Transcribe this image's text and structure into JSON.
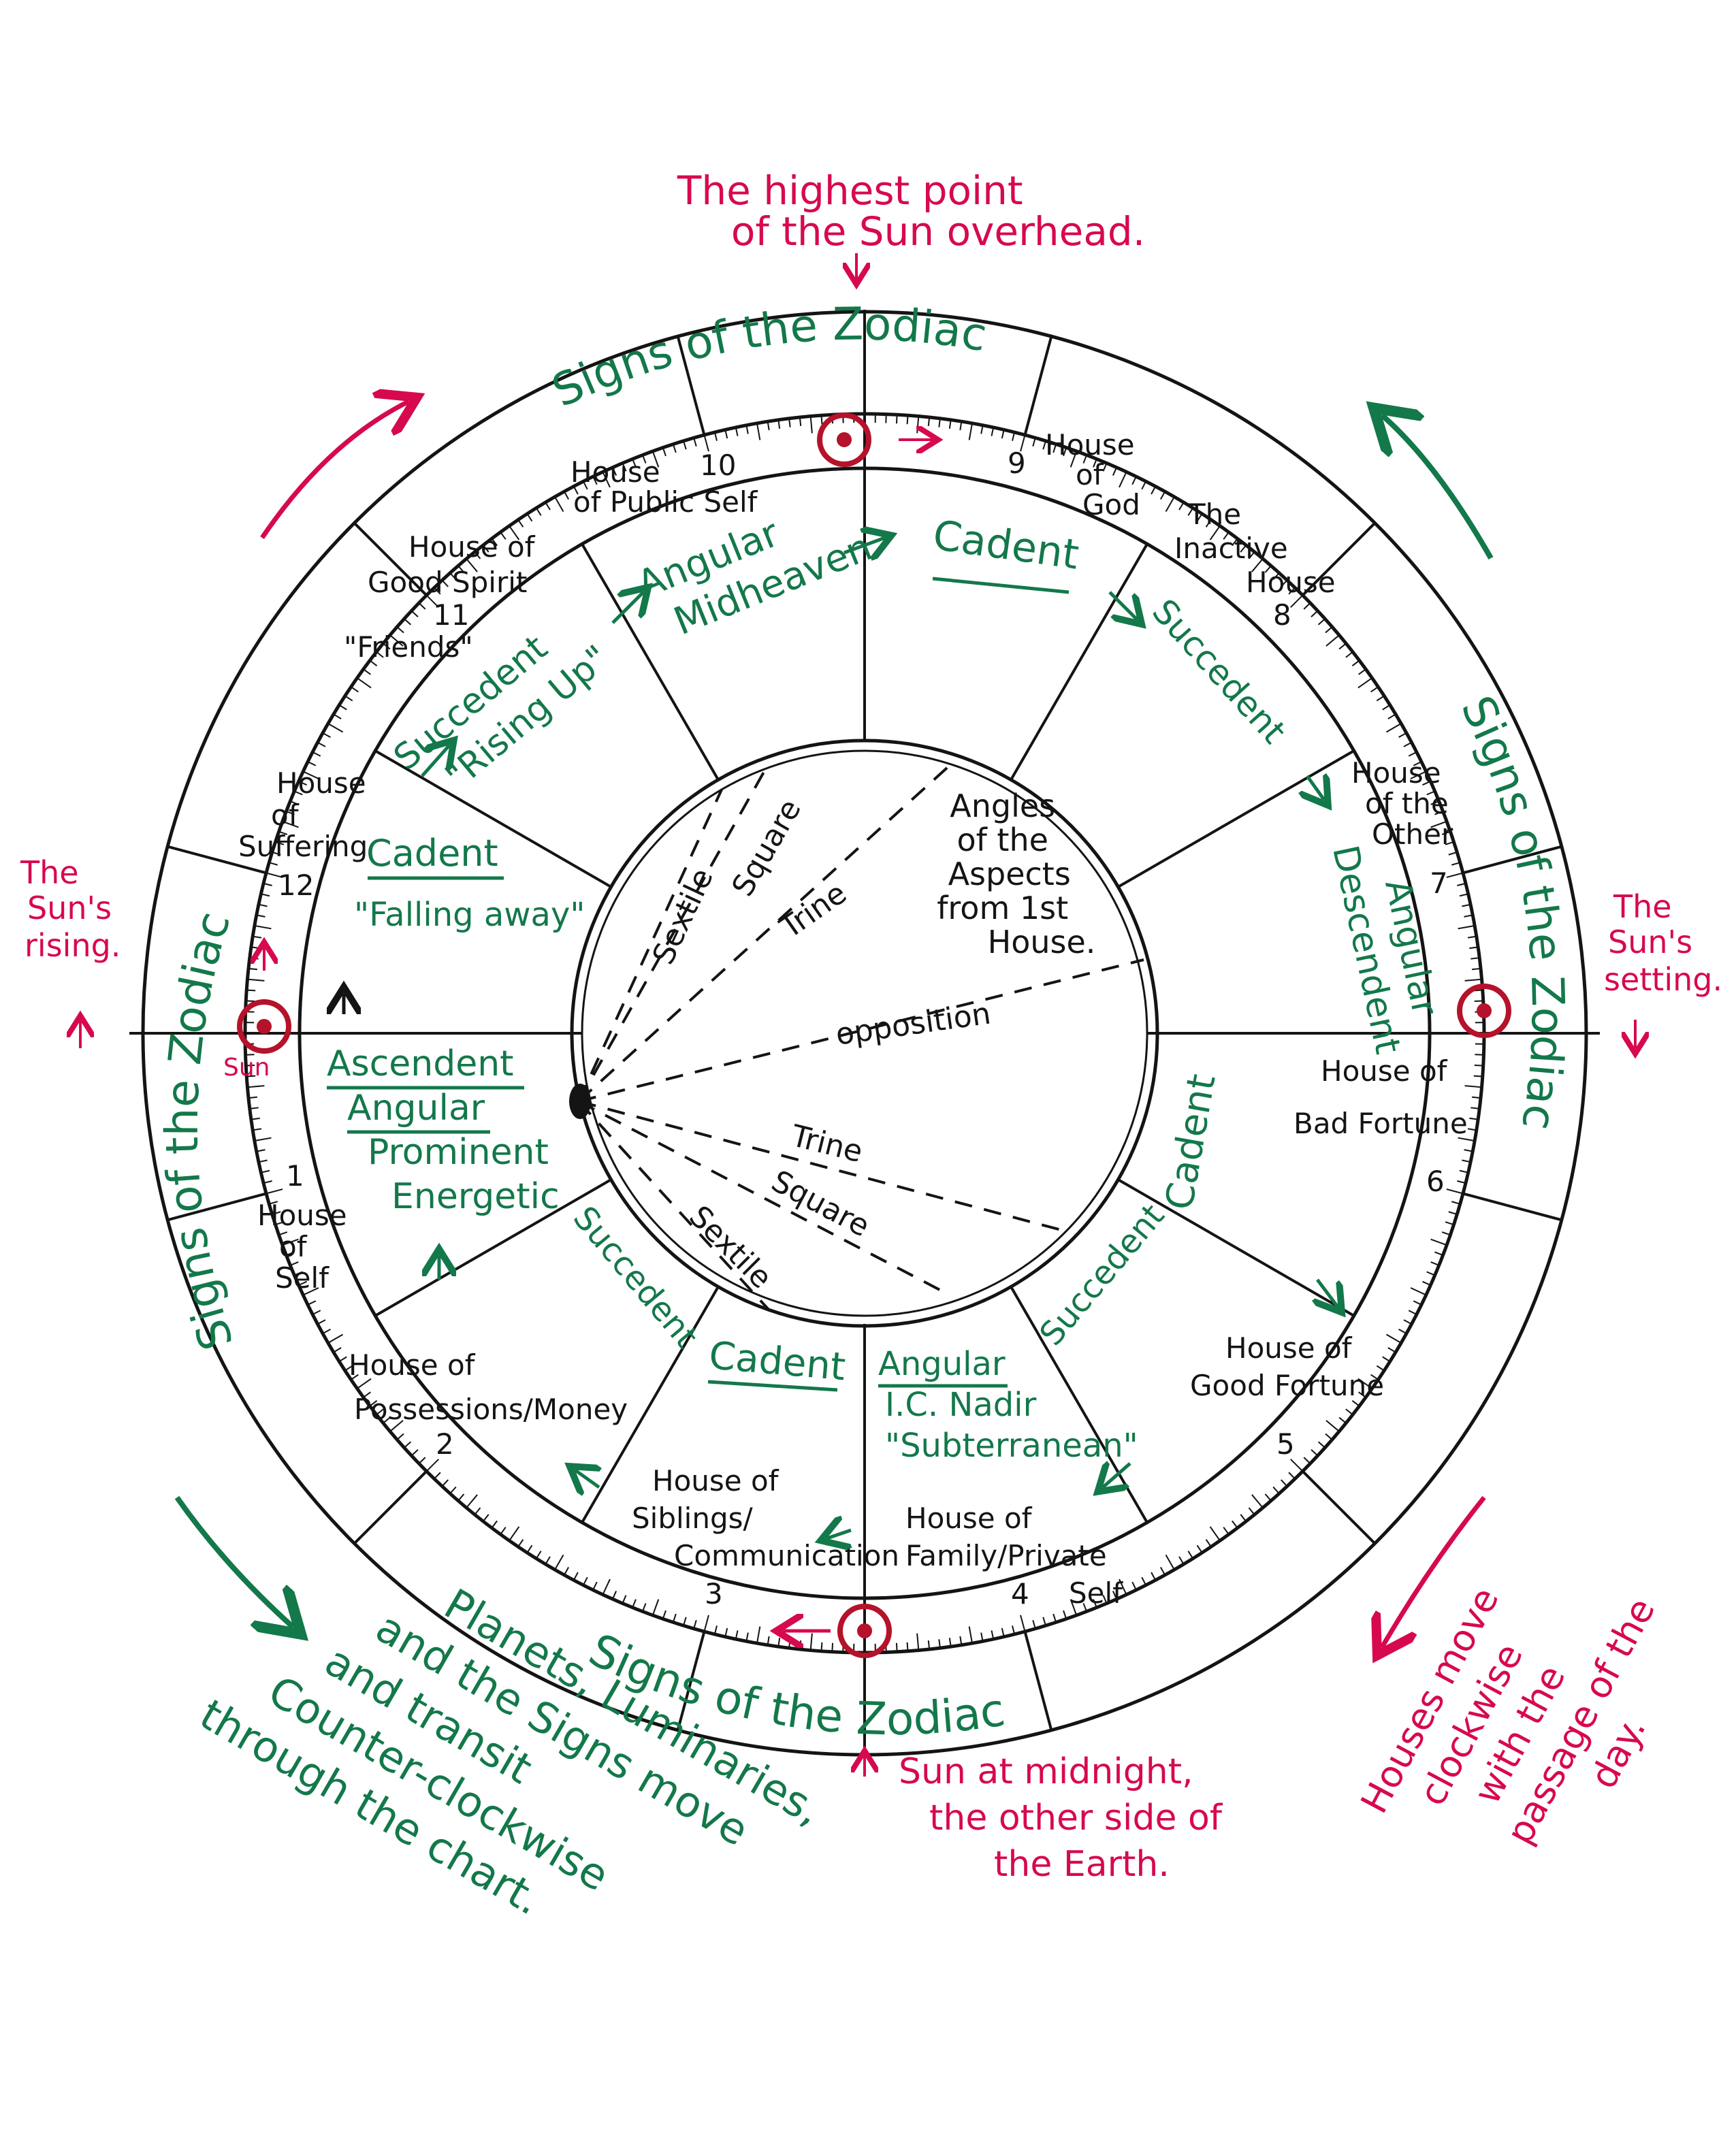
{
  "zodiac_label": "Signs of the Zodiac",
  "annotations": {
    "highest_point": [
      "The highest point",
      "of the Sun overhead."
    ],
    "suns_rising": [
      "The",
      "Sun's",
      "rising."
    ],
    "suns_setting": [
      "The",
      "Sun's",
      "setting."
    ],
    "sun_small": "Sun",
    "midnight": [
      "Sun at midnight,",
      "the other side of",
      "the Earth."
    ],
    "houses_move": [
      "Houses move",
      "clockwise",
      "with the",
      "passage of the",
      "day."
    ],
    "planets_move": [
      "Planets, Luminaries,",
      "and the Signs move",
      "and transit",
      "Counter-clockwise",
      "through the chart."
    ]
  },
  "aspects_title": [
    "Angles",
    "of the",
    "Aspects",
    "from 1st",
    "House."
  ],
  "aspects": {
    "sextile_upper": "Sextile",
    "square_upper": "Square",
    "trine_upper": "Trine",
    "opposition": "opposition",
    "trine_lower": "Trine",
    "square_lower": "Square",
    "sextile_lower": "Sextile"
  },
  "houses": {
    "h1": {
      "number": "1",
      "name": [
        "House",
        "of",
        "Self"
      ]
    },
    "h2": {
      "number": "2",
      "name": [
        "House of",
        "Possessions/Money"
      ]
    },
    "h3": {
      "number": "3",
      "name": [
        "House of",
        "Siblings/",
        "Communication"
      ]
    },
    "h4": {
      "number": "4",
      "name": [
        "House of",
        "Family/Private",
        "Self"
      ]
    },
    "h5": {
      "number": "5",
      "name": [
        "House of",
        "Good Fortune"
      ]
    },
    "h6": {
      "number": "6",
      "name": [
        "House of",
        "Bad Fortune"
      ]
    },
    "h7": {
      "number": "7",
      "name": [
        "House",
        "of the",
        "Other"
      ]
    },
    "h8": {
      "number": "8",
      "name": [
        "The",
        "Inactive",
        "House"
      ]
    },
    "h9": {
      "number": "9",
      "name": [
        "House",
        "of",
        "God"
      ]
    },
    "h10": {
      "number": "10",
      "name": [
        "House",
        "of Public Self"
      ]
    },
    "h11": {
      "number": "11",
      "name": [
        "House of",
        "Good Spirit",
        "\"Friends\""
      ]
    },
    "h12": {
      "number": "12",
      "name": [
        "House",
        "of",
        "Suffering"
      ]
    }
  },
  "modes": {
    "ascendent": [
      "Ascendent",
      "Angular",
      "Prominent",
      "Energetic"
    ],
    "cadent_12": [
      "Cadent",
      "\"Falling away\""
    ],
    "succedent_11": [
      "Succedent",
      "\"Rising Up\""
    ],
    "angular_10": [
      "Angular",
      "Midheaven"
    ],
    "cadent_9": "Cadent",
    "succedent_8": "Succedent",
    "angular_7": [
      "Angular",
      "Descendent"
    ],
    "cadent_6": "Cadent",
    "succedent_5": "Succedent",
    "angular_4": [
      "Angular",
      "I.C. Nadir",
      "\"Subterranean\""
    ],
    "cadent_3": "Cadent",
    "succedent_2": "Succedent"
  },
  "colors": {
    "black_ink": "#141414",
    "green_ink": "#13784a",
    "red_ink": "#d7094e",
    "dark_red_sun": "#b5122b"
  }
}
